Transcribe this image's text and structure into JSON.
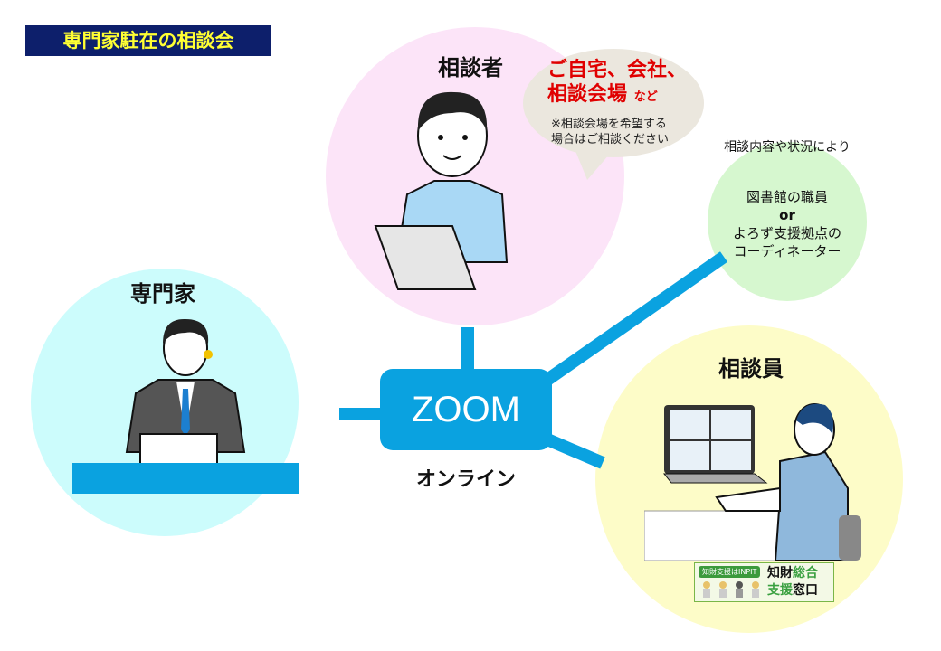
{
  "title": "専門家駐在の相談会",
  "consultee": {
    "label": "相談者",
    "bubble_main_line1": "ご自宅、会社、",
    "bubble_main_line2": "相談会場",
    "bubble_suffix": "など",
    "bubble_note_line1": "※相談会場を希望する",
    "bubble_note_line2": "場合はご相談ください"
  },
  "expert": {
    "label": "専門家"
  },
  "consultant": {
    "label": "相談員"
  },
  "hub": {
    "label": "ZOOM",
    "sublabel": "オンライン"
  },
  "optional": {
    "condition": "相談内容や状況により",
    "line1": "図書館の職員",
    "line2": "or",
    "line3": "よろず支援拠点の",
    "line4": "コーディネーター"
  },
  "logo": {
    "tag": "知財支援はINPIT",
    "name_part1": "知財",
    "name_part2": "総合",
    "name_part3": "支",
    "name_part4": "援",
    "name_part5": "窓口"
  },
  "colors": {
    "hub": "#0aa2e0",
    "title_bg": "#0d1f6b",
    "title_text": "#ffff33",
    "expert_circle": "#ccfcfc",
    "consultee_circle": "#fce4f8",
    "optional_circle": "#d6f7cf",
    "consultant_circle": "#fdfcc8"
  }
}
